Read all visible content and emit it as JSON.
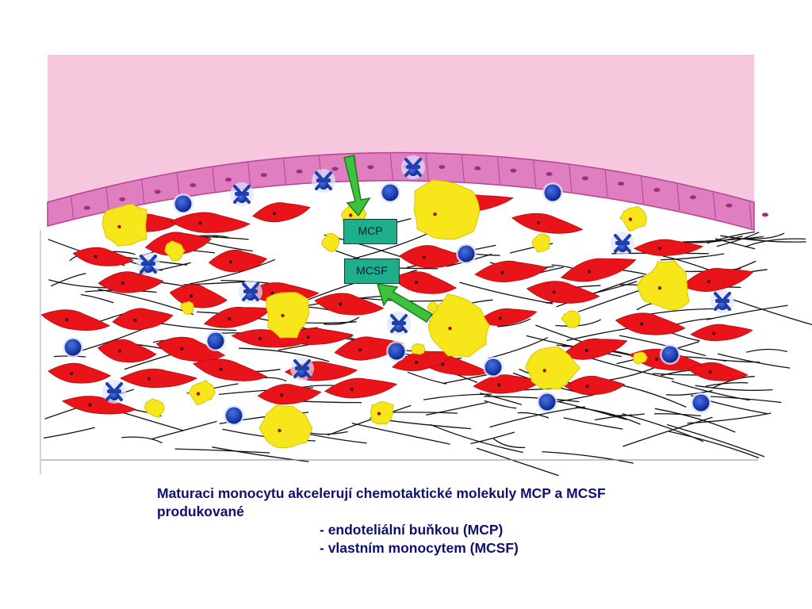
{
  "labels": {
    "mcp": "MCP",
    "mcsf": "MCSF"
  },
  "caption": {
    "line1": "Maturaci monocytu akcelerují chemotaktické molekuly MCP a MCSF",
    "line2": "produkované",
    "line3": "- endoteliální buňkou (MCP)",
    "line4": "- vlastním monocytem (MCSF)"
  },
  "colors": {
    "lumen": "#f7c8dd",
    "endothelium": "#e07fc0",
    "endothelium_dark": "#b8409a",
    "smooth_muscle_cell": "#e8141a",
    "macrophage": "#f7e61a",
    "monocyte": "#1e3fae",
    "arrow": "#3cc23c",
    "label_box": "#1fae8c",
    "caption_text": "#10106e"
  }
}
